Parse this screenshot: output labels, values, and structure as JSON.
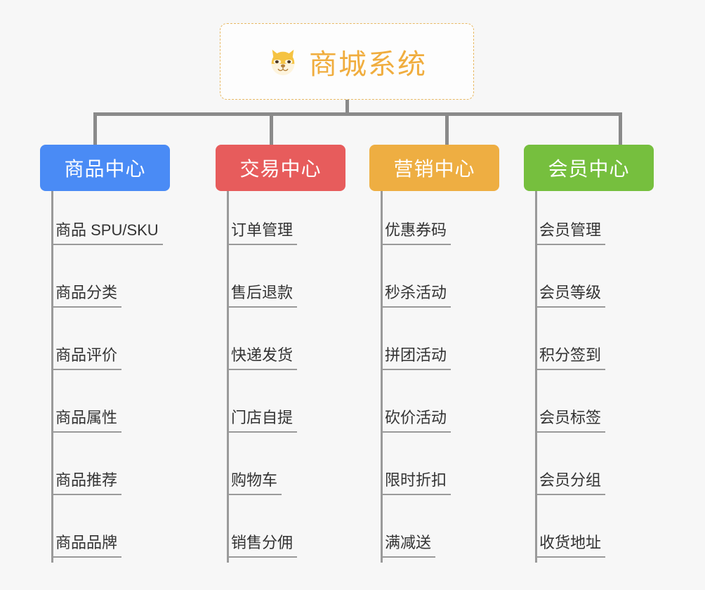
{
  "root": {
    "title": "商城系统",
    "icon": "shiba-dog-emoji",
    "border_color": "#e8b964",
    "text_color": "#f0ad3e",
    "background": "#fdfdfd"
  },
  "canvas": {
    "background": "#f7f7f7",
    "connector_color": "#8a8a8a",
    "spine_color": "#9a9a9a",
    "leaf_text_color": "#333333"
  },
  "columns": [
    {
      "title": "商品中心",
      "color": "#4a8bf5",
      "items": [
        "商品 SPU/SKU",
        "商品分类",
        "商品评价",
        "商品属性",
        "商品推荐",
        "商品品牌"
      ]
    },
    {
      "title": "交易中心",
      "color": "#e75c5c",
      "items": [
        "订单管理",
        "售后退款",
        "快递发货",
        "门店自提",
        "购物车",
        "销售分佣"
      ]
    },
    {
      "title": "营销中心",
      "color": "#eeae42",
      "items": [
        "优惠券码",
        "秒杀活动",
        "拼团活动",
        "砍价活动",
        "限时折扣",
        "满减送"
      ]
    },
    {
      "title": "会员中心",
      "color": "#76bf3e",
      "items": [
        "会员管理",
        "会员等级",
        "积分签到",
        "会员标签",
        "会员分组",
        "收货地址"
      ]
    }
  ]
}
